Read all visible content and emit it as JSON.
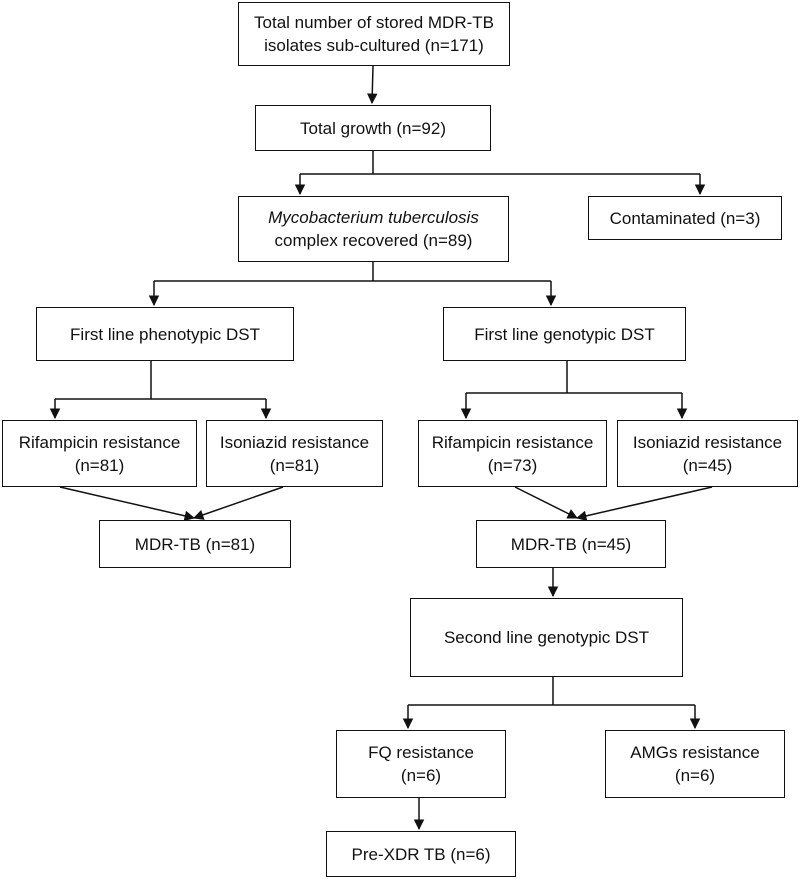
{
  "boxes": {
    "stored": {
      "line1": "Total number of stored MDR-TB",
      "line2": "isolates sub-cultured (n=171)"
    },
    "growth": {
      "line1": "Total growth (n=92)"
    },
    "mtb": {
      "line1": "Mycobacterium tuberculosis",
      "line2": "complex recovered (n=89)"
    },
    "contaminated": {
      "line1": "Contaminated (n=3)"
    },
    "pheno_dst": {
      "line1": "First line phenotypic DST"
    },
    "geno_dst": {
      "line1": "First line genotypic DST"
    },
    "pheno_rif": {
      "line1": "Rifampicin resistance",
      "line2": "(n=81)"
    },
    "pheno_inh": {
      "line1": "Isoniazid resistance",
      "line2": "(n=81)"
    },
    "geno_rif": {
      "line1": "Rifampicin resistance",
      "line2": "(n=73)"
    },
    "geno_inh": {
      "line1": "Isoniazid resistance",
      "line2": "(n=45)"
    },
    "pheno_mdr": {
      "line1": "MDR-TB (n=81)"
    },
    "geno_mdr": {
      "line1": "MDR-TB (n=45)"
    },
    "second_dst": {
      "line1": "Second line genotypic DST"
    },
    "fq": {
      "line1": "FQ resistance",
      "line2": "(n=6)"
    },
    "amg": {
      "line1": "AMGs resistance",
      "line2": "(n=6)"
    },
    "prexdr": {
      "line1": "Pre-XDR TB (n=6)"
    }
  }
}
